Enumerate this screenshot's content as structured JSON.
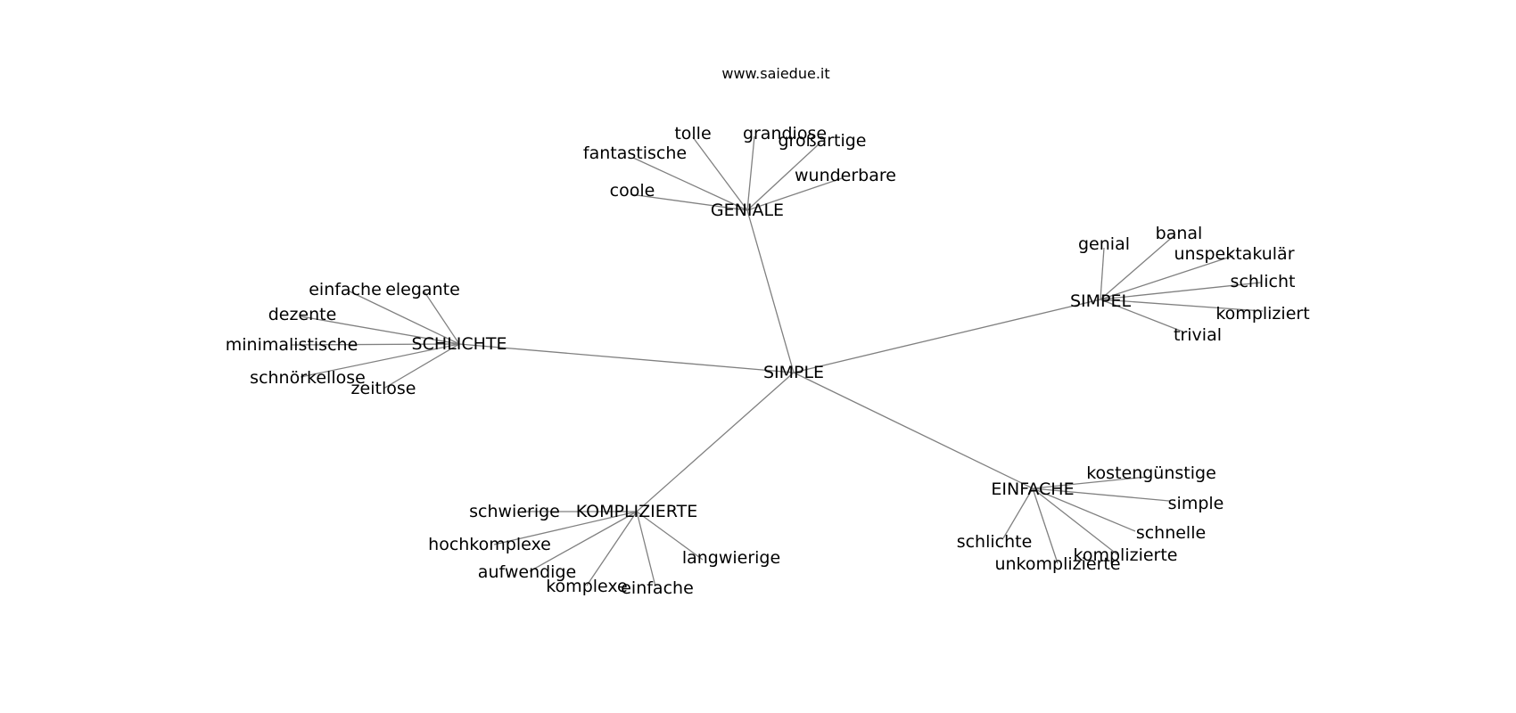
{
  "header": {
    "site": "www.saiedue.it"
  },
  "graph": {
    "center": "SIMPLE",
    "clusters": [
      {
        "hub": "GENIALE",
        "leaves": [
          "tolle",
          "grandiose",
          "fantastische",
          "großartige",
          "wunderbare",
          "coole"
        ]
      },
      {
        "hub": "SIMPEL",
        "leaves": [
          "genial",
          "banal",
          "unspektakulär",
          "schlicht",
          "kompliziert",
          "trivial"
        ]
      },
      {
        "hub": "SCHLICHTE",
        "leaves": [
          "einfache",
          "elegante",
          "dezente",
          "minimalistische",
          "schnörkellose",
          "zeitlose"
        ]
      },
      {
        "hub": "KOMPLIZIERTE",
        "leaves": [
          "schwierige",
          "hochkomplexe",
          "aufwendige",
          "langwierige",
          "komplexe",
          "einfache"
        ]
      },
      {
        "hub": "EINFACHE",
        "leaves": [
          "kostengünstige",
          "simple",
          "schnelle",
          "schlichte",
          "komplizierte",
          "unkomplizierte"
        ]
      }
    ]
  }
}
